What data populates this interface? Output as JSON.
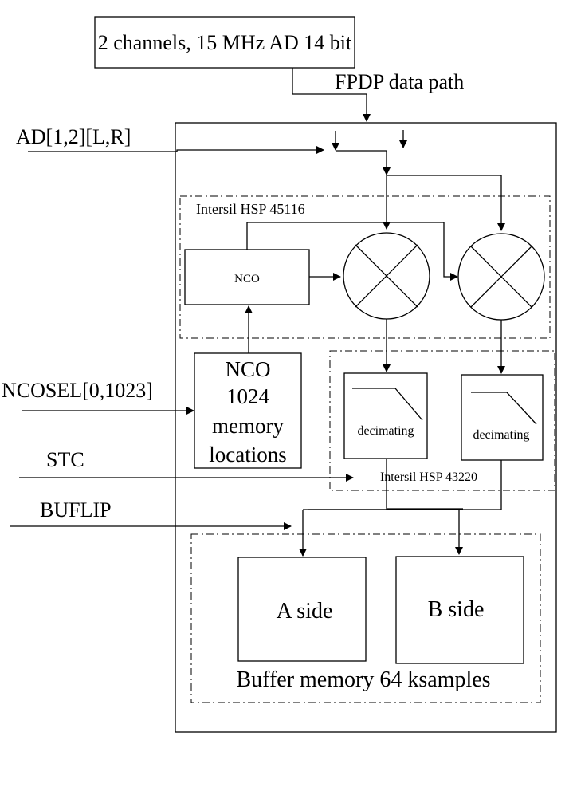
{
  "diagram": {
    "adc_box": {
      "label": "2 channels, 15 MHz AD 14 bit"
    },
    "fpdp_label": "FPDP data path",
    "inputs": {
      "ad": "AD[1,2][L,R]",
      "ncosel": "NCOSEL[0,1023]",
      "stc": "STC",
      "buflip": "BUFLIP"
    },
    "hsp45116": {
      "label": "Intersil HSP 45116",
      "nco": "NCO",
      "mixers": [
        "mixer-1",
        "mixer-2"
      ]
    },
    "nco_memory": {
      "lines": [
        "NCO",
        "1024",
        "memory",
        "locations"
      ]
    },
    "hsp43220": {
      "label": "Intersil HSP 43220",
      "filters": [
        "decimating",
        "decimating"
      ]
    },
    "buffer": {
      "label": "Buffer memory 64 ksamples",
      "a_side": "A side",
      "b_side": "B side"
    }
  }
}
